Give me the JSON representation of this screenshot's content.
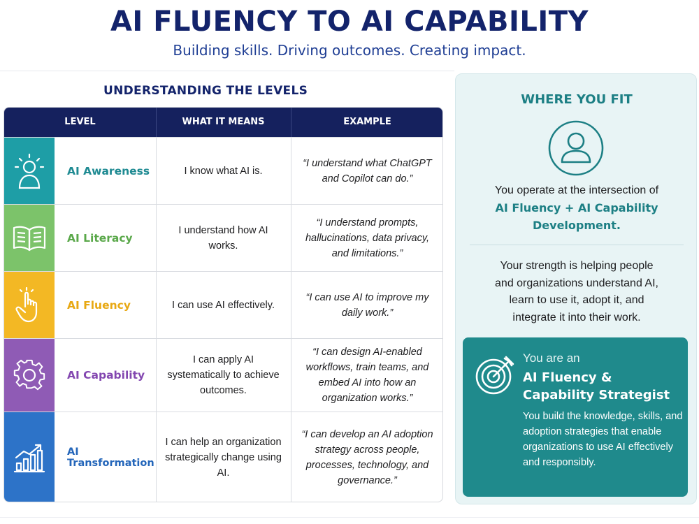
{
  "header": {
    "title": "AI FLUENCY TO AI CAPABILITY",
    "subtitle": "Building skills. Driving outcomes. Creating impact."
  },
  "levels_section": {
    "title": "UNDERSTANDING THE LEVELS",
    "columns": [
      "LEVEL",
      "WHAT IT MEANS",
      "EXAMPLE"
    ],
    "rows": [
      {
        "name": "AI Awareness",
        "icon": "lightbulb-person-icon",
        "color": "#1e9ea6",
        "name_color": "#1e8a92",
        "means": "I know what AI is.",
        "example": "“I understand what ChatGPT and Copilot can do.”"
      },
      {
        "name": "AI Literacy",
        "icon": "open-book-icon",
        "color": "#7cc36a",
        "name_color": "#5aa84a",
        "means": "I understand how AI works.",
        "example": "“I understand prompts, hallucinations, data privacy, and limitations.”"
      },
      {
        "name": "AI Fluency",
        "icon": "hand-tap-icon",
        "color": "#f3b824",
        "name_color": "#e8a812",
        "means": "I can use AI effectively.",
        "example": "“I can use AI to improve my daily work.”"
      },
      {
        "name": "AI Capability",
        "icon": "gear-icon",
        "color": "#8f5bb5",
        "name_color": "#8347b0",
        "means": "I can apply AI systematically to achieve outcomes.",
        "example": "“I can design AI-enabled workflows, train teams, and embed AI into how an organization works.”"
      },
      {
        "name": "AI Transformation",
        "icon": "growth-chart-icon",
        "color": "#2d73c8",
        "name_color": "#2466ba",
        "means": "I can help an organization strategically change using AI.",
        "example": "“I can develop an AI adoption strategy across people, processes, technology, and governance.”"
      }
    ]
  },
  "panel": {
    "title": "WHERE YOU FIT",
    "avatar_icon": "person-icon",
    "intro": "You operate at the intersection of",
    "highlight_line1": "AI Fluency + AI Capability",
    "highlight_line2": "Development.",
    "strength_line1": "Your strength is helping people",
    "strength_line2": "and organizations understand AI,",
    "strength_line3": "learn to use it, adopt it, and",
    "strength_line4": "integrate it into their work.",
    "card": {
      "icon": "target-icon",
      "intro": "You are an",
      "role": "AI Fluency & Capability Strategist",
      "description": "You build the knowledge, skills, and adoption strategies that enable organizations to use AI effectively and responsibly."
    }
  },
  "colors": {
    "navy": "#13236b",
    "header_bar": "#15215e",
    "teal": "#1c7f84",
    "card": "#1f8a8c",
    "panel_bg": "#e8f4f5"
  }
}
